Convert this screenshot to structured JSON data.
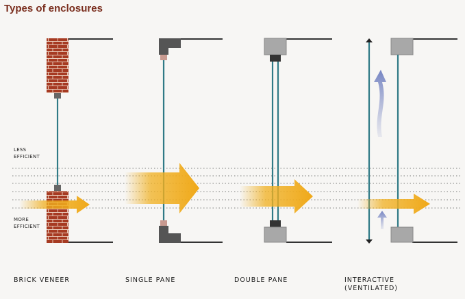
{
  "title": "Types of enclosures",
  "efficiency": {
    "less": "LESS\nEFFICIENT",
    "more": "MORE\nEFFICIENT"
  },
  "panels": [
    {
      "id": "brick-veneer",
      "label": "BRICK VENEER"
    },
    {
      "id": "single-pane",
      "label": "SINGLE PANE"
    },
    {
      "id": "double-pane",
      "label": "DOUBLE PANE"
    },
    {
      "id": "interactive",
      "label": "INTERACTIVE\n(VENTILATED)"
    }
  ],
  "colors": {
    "title": "#7a2e1e",
    "brick": "#a63a22",
    "mortar": "#e8c9b8",
    "glass": "#2f7a86",
    "frame": "#9a9a9a",
    "arrow": "#f0b020",
    "airflow": "#8a96c8"
  }
}
